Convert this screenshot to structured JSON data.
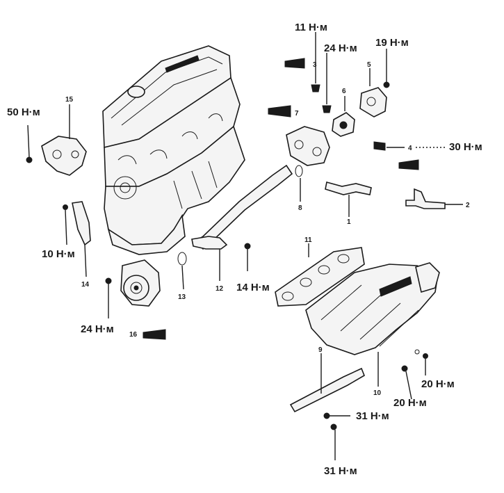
{
  "torque_labels": {
    "t1": "11 Н·м",
    "t2": "24 Н·м",
    "t3": "19 Н·м",
    "t4": "50 Н·м",
    "t5": "30 Н·м",
    "t6": "10 Н·м",
    "t7": "14 Н·м",
    "t8": "24 Н·м",
    "t9": "20 Н·м",
    "t10": "20 Н·м",
    "t11": "31 Н·м",
    "t12": "31 Н·м"
  },
  "part_numbers": {
    "p1": "1",
    "p2": "2",
    "p3": "3",
    "p4": "4",
    "p5": "5",
    "p6": "6",
    "p7": "7",
    "p8": "8",
    "p9": "9",
    "p10": "10",
    "p11": "11",
    "p12": "12",
    "p13": "13",
    "p14": "14",
    "p15": "15",
    "p16": "16"
  }
}
